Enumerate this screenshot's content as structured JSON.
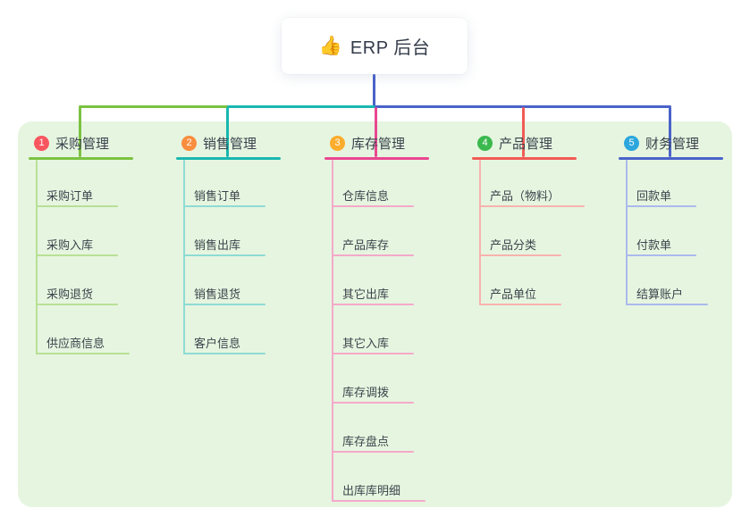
{
  "root": {
    "icon": "👍",
    "icon_name": "thumbs-up-icon",
    "label": "ERP 后台"
  },
  "colors": {
    "background": "#ffffff",
    "panel": "#e6f5e0",
    "rail_blue": "#4a63c9",
    "text_dark": "#333b49"
  },
  "branches": [
    {
      "badge": "1",
      "label": "采购管理",
      "badge_color": "#f8565f",
      "line_color": "#7cc242",
      "child_line_color": "#b8e095",
      "children": [
        "采购订单",
        "采购入库",
        "采购退货",
        "供应商信息"
      ]
    },
    {
      "badge": "2",
      "label": "销售管理",
      "badge_color": "#f98e3e",
      "line_color": "#19b8b0",
      "child_line_color": "#8edbd4",
      "children": [
        "销售订单",
        "销售出库",
        "销售退货",
        "客户信息"
      ]
    },
    {
      "badge": "3",
      "label": "库存管理",
      "badge_color": "#fbad2d",
      "line_color": "#e94790",
      "child_line_color": "#f5a9ca",
      "children": [
        "仓库信息",
        "产品库存",
        "其它出库",
        "其它入库",
        "库存调拨",
        "库存盘点",
        "出库库明细"
      ]
    },
    {
      "badge": "4",
      "label": "产品管理",
      "badge_color": "#3cb94e",
      "line_color": "#f15b56",
      "child_line_color": "#f8b3ae",
      "children": [
        "产品（物料）",
        "产品分类",
        "产品单位"
      ]
    },
    {
      "badge": "5",
      "label": "财务管理",
      "badge_color": "#2ba7dd",
      "line_color": "#4a63c9",
      "child_line_color": "#abbaec",
      "children": [
        "回款单",
        "付款单",
        "结算账户"
      ]
    }
  ]
}
